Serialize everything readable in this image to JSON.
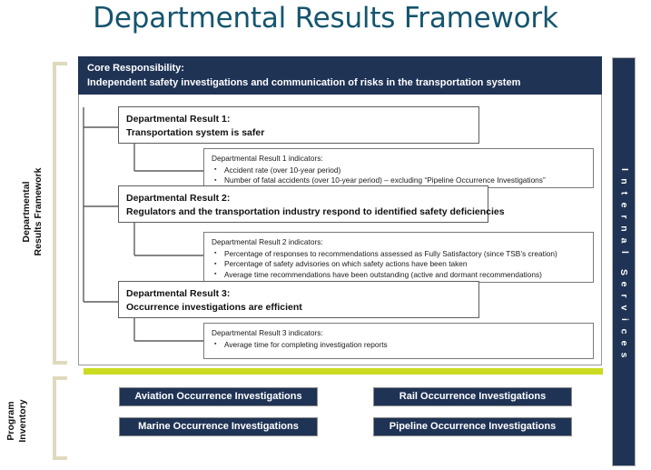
{
  "page": {
    "title": "Departmental Results Framework"
  },
  "colors": {
    "title_teal": "#15556E",
    "navy": "#1F3355",
    "green_divider": "#CBDB21",
    "bracket_beige": "#DFD9BD",
    "box_border": "#5d5d5d"
  },
  "core_responsibility": {
    "heading": "Core Responsibility:",
    "text": "Independent safety investigations  and communication  of risks in the transportation  system"
  },
  "side_labels": {
    "framework": {
      "line1": "Departmental",
      "line2": "Results Framework"
    },
    "program_inventory": {
      "line1": "Program",
      "line2": "Inventory"
    }
  },
  "internal_services": {
    "label": "Internal Services",
    "letters": [
      "I",
      "n",
      "t",
      "e",
      "r",
      "n",
      "a",
      "l",
      " ",
      "S",
      "e",
      "r",
      "v",
      "i",
      "c",
      "e",
      "s"
    ]
  },
  "results": [
    {
      "heading": "Departmental Result 1:",
      "statement": "Transportation system is safer",
      "indicators_title": "Departmental Result 1 indicators:",
      "indicators": [
        "Accident rate (over 10-year period)",
        "Number of fatal accidents (over 10-year period) – excluding  “Pipeline Occurrence  Investigations”"
      ]
    },
    {
      "heading": "Departmental Result 2:",
      "statement": "Regulators and the transportation industry respond to identified safety deficiencies",
      "indicators_title": "Departmental Result 2 indicators:",
      "indicators": [
        "Percentage of responses  to recommendations  assessed as Fully Satisfactory (since TSB’s creation)",
        "Percentage of safety advisories  on which safety actions have been taken",
        "Average time recommendations  have been outstanding  (active and dormant recommendations)"
      ]
    },
    {
      "heading": "Departmental Result 3:",
      "statement": "Occurrence investigations are efficient",
      "indicators_title": "Departmental Result 3 indicators:",
      "indicators": [
        "Average time for completing  investigation  reports"
      ]
    }
  ],
  "program_inventory": [
    {
      "label": "Aviation Occurrence Investigations"
    },
    {
      "label": "Rail Occurrence Investigations"
    },
    {
      "label": "Marine Occurrence Investigations"
    },
    {
      "label": "Pipeline Occurrence Investigations"
    }
  ]
}
